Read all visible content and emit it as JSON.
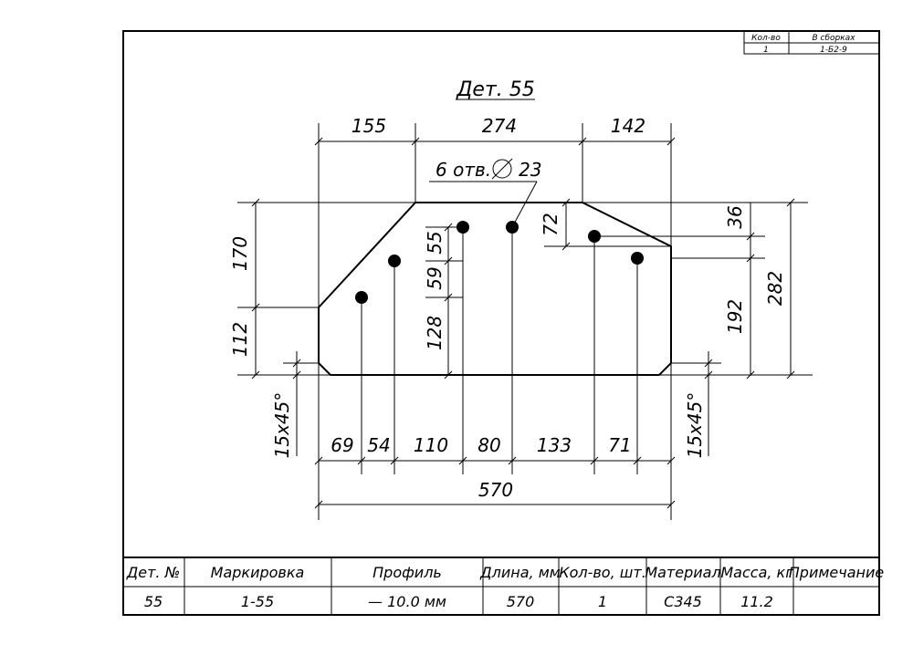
{
  "stamp": {
    "qty_header": "Кол-во",
    "assemblies_header": "В сборках",
    "qty_value": "1",
    "assemblies_value": "1-Б2-9"
  },
  "title": "Дет. 55",
  "holes_label": "6 отв.",
  "holes_diameter": "23",
  "dims": {
    "top_left": "155",
    "top_mid": "274",
    "top_right": "142",
    "left_upper": "170",
    "left_lower": "112",
    "hole_55": "55",
    "hole_59": "59",
    "hole_128": "128",
    "hole_72": "72",
    "right_36": "36",
    "right_192": "192",
    "right_282": "282",
    "chamfer_left": "15х45°",
    "chamfer_right": "15х45°",
    "bottom_69": "69",
    "bottom_54": "54",
    "bottom_110": "110",
    "bottom_80": "80",
    "bottom_133": "133",
    "bottom_71": "71",
    "total": "570"
  },
  "table": {
    "headers": [
      "Дет. №",
      "Маркировка",
      "Профиль",
      "Длина, мм",
      "Кол-во, шт.",
      "Материал",
      "Масса, кг",
      "Примечание"
    ],
    "row": [
      "55",
      "1-55",
      "— 10.0 мм",
      "570",
      "1",
      "С345",
      "11.2",
      ""
    ]
  }
}
